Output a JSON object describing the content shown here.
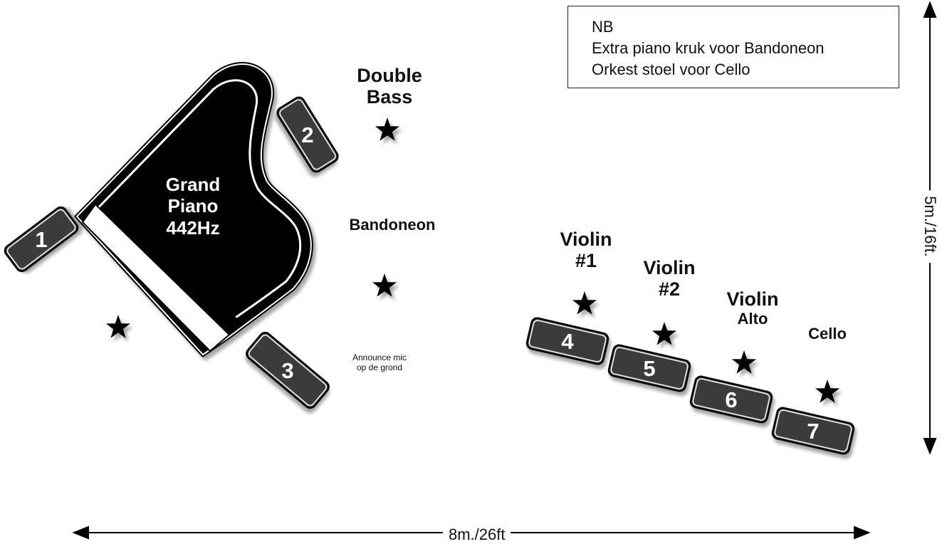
{
  "note": {
    "lines": [
      "NB",
      "Extra piano kruk voor Bandoneon",
      "Orkest stoel voor Cello"
    ]
  },
  "instruments": {
    "piano": [
      "Grand",
      "Piano",
      "442Hz"
    ],
    "double_bass": [
      "Double",
      "Bass"
    ],
    "bandoneon": "Bandoneon",
    "violin1": [
      "Violin",
      "#1"
    ],
    "violin2": [
      "Violin",
      "#2"
    ],
    "violin_alto": [
      "Violin",
      "Alto"
    ],
    "cello": "Cello",
    "announce_mic": [
      "Announce mic",
      "op de grond"
    ]
  },
  "monitors": [
    "1",
    "2",
    "3",
    "4",
    "5",
    "6",
    "7"
  ],
  "dimensions": {
    "width": "8m./26ft",
    "depth": "5m./16ft."
  },
  "colors": {
    "monitor_fill": "#3a3a3a",
    "piano_fill": "#000000",
    "ink": "#111111"
  }
}
